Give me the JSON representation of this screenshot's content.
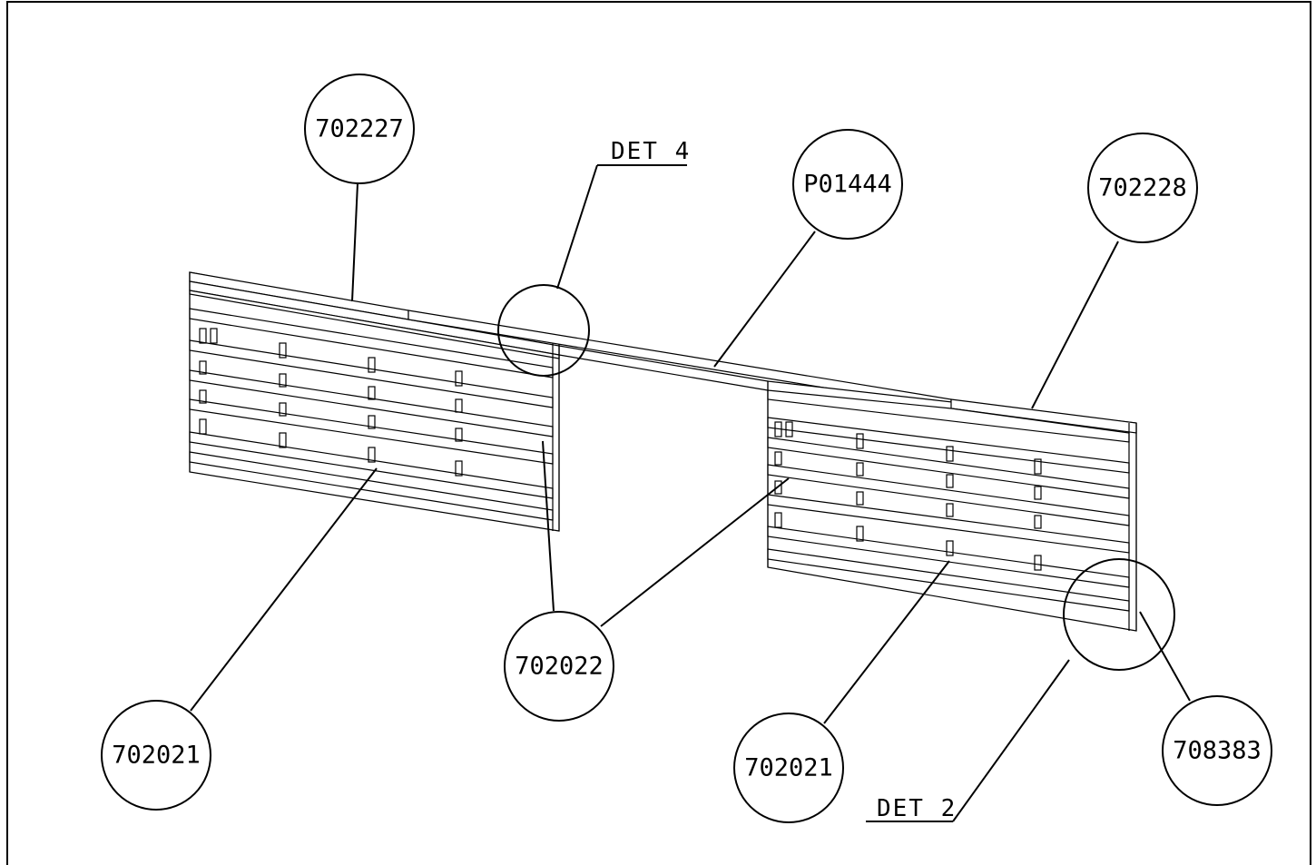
{
  "colors": {
    "ink": "#000000",
    "paper": "#ffffff"
  },
  "balloons": {
    "b702227": "702227",
    "p01444": "P01444",
    "b702228": "702228",
    "b702022": "702022",
    "b702021_left": "702021",
    "b702021_right": "702021",
    "b708383": "708383"
  },
  "details": {
    "det4": "DET 4",
    "det2": "DET 2"
  }
}
